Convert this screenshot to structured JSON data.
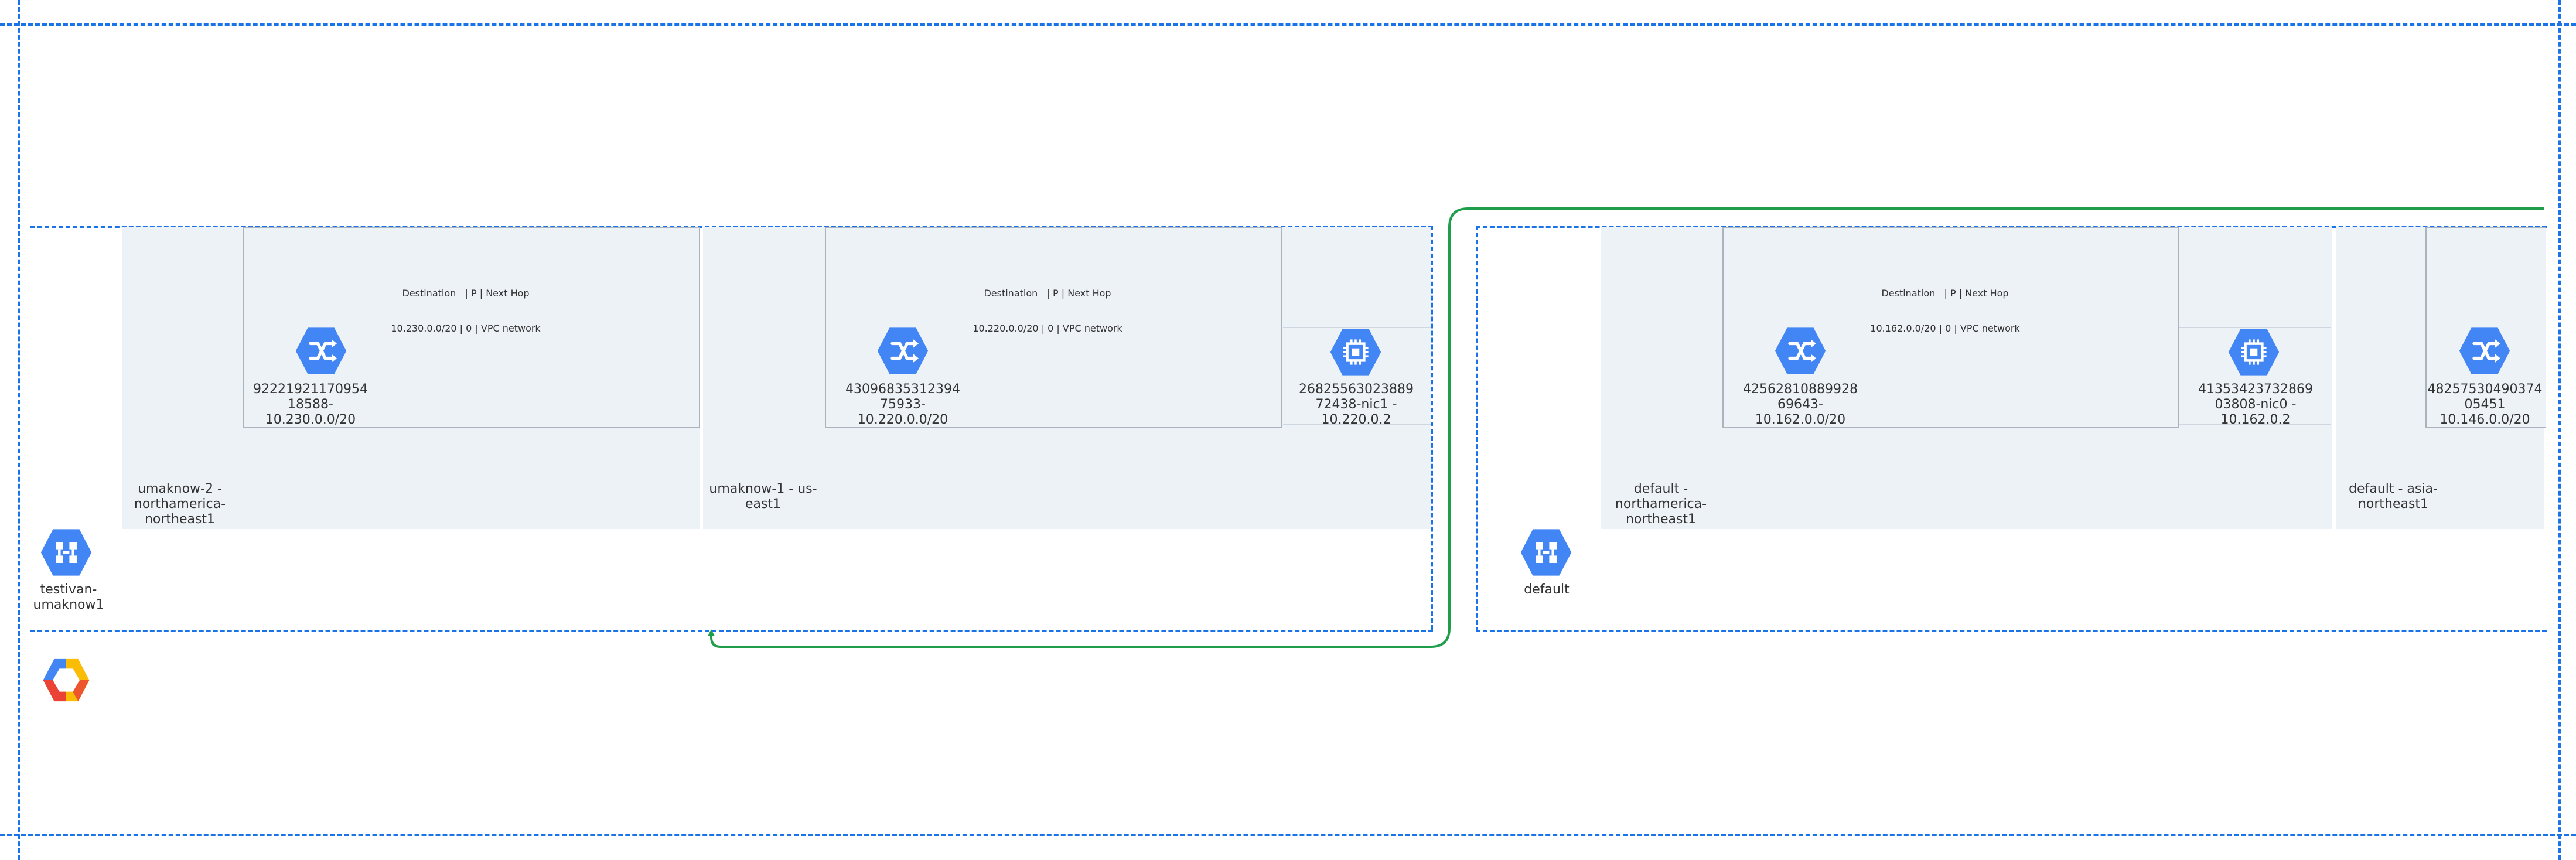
{
  "colors": {
    "border_blue": "#1a73e8",
    "icon_blue": "#4285f4",
    "region_bg": "#edf2f7",
    "link_green": "#1e9e4a"
  },
  "vpc1": {
    "name": "testivan-umaknow1",
    "icon": "vpc-network-icon"
  },
  "vpc2": {
    "name": "default",
    "icon": "vpc-network-icon"
  },
  "regions": {
    "r1": "umaknow-2 - northamerica-northeast1",
    "r2": "umaknow-1 - us-east1",
    "r3": "default - northamerica-northeast1",
    "r4": "default - asia-northeast1"
  },
  "subnets": {
    "s1": {
      "route_header": "Destination   | P | Next Hop",
      "route_row": "10.230.0.0/20 | 0 | VPC network",
      "line1": "92221921170954",
      "line2": "18588-",
      "line3": "10.230.0.0/20"
    },
    "s2": {
      "route_header": "Destination   | P | Next Hop",
      "route_row": "10.220.0.0/20 | 0 | VPC network",
      "line1": "43096835312394",
      "line2": "75933-",
      "line3": "10.220.0.0/20"
    },
    "s3": {
      "route_header": "Destination   | P | Next Hop",
      "route_row": "10.162.0.0/20 | 0 | VPC network",
      "line1": "42562810889928",
      "line2": "69643-",
      "line3": "10.162.0.0/20"
    },
    "s4": {
      "line1": "48257530490374",
      "line2": "05451",
      "line3": "10.146.0.0/20"
    }
  },
  "instances": {
    "i1": {
      "line1": "26825563023889",
      "line2": "72438-nic1 -",
      "line3": "10.220.0.2"
    },
    "i2": {
      "line1": "41353423732869",
      "line2": "03808-nic0 -",
      "line3": "10.162.0.2"
    }
  },
  "gcp_logo": "google-cloud-logo"
}
